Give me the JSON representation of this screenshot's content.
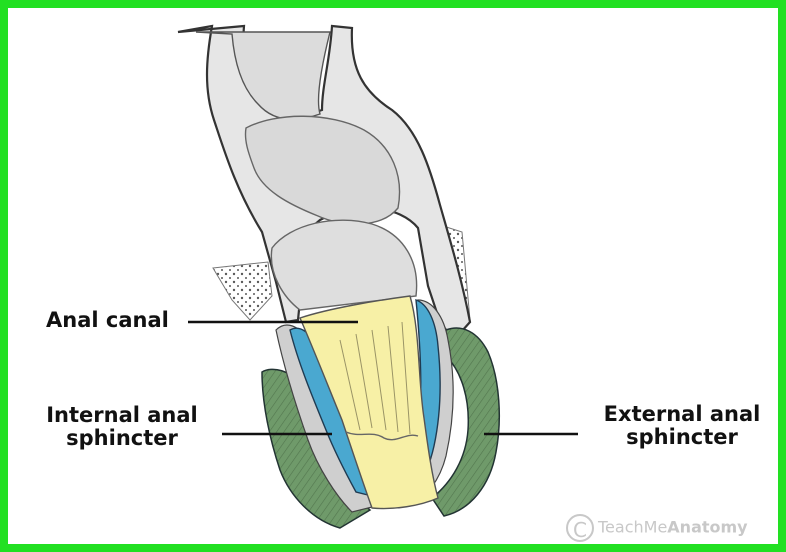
{
  "figure": {
    "border_color": "#22e022",
    "colors": {
      "anal_canal": "#f7f0a6",
      "internal_sphincter": "#4aa8d0",
      "external_sphincter": "#6f9a6a",
      "rectum": "#e3e3e3"
    }
  },
  "labels": {
    "anal_canal": "Anal canal",
    "internal_sphincter": [
      "Internal anal",
      "sphincter"
    ],
    "external_sphincter": [
      "External anal",
      "sphincter"
    ]
  },
  "watermark": {
    "symbol": "C",
    "brand_light": "TeachMe",
    "brand_bold": "Anatomy"
  }
}
